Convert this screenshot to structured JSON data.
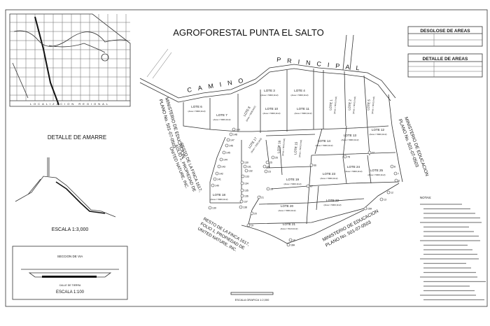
{
  "title": "AGROFORESTAL PUNTA EL SALTO",
  "road_label": [
    "CAMINO",
    "PRINCIPAL"
  ],
  "inset": {
    "label": "LOCALIZACION REGIONAL"
  },
  "tables": {
    "breakdown_title": "DESGLOSE DE AREAS",
    "detail_title": "DETALLE DE AREAS"
  },
  "notes": {
    "title": "NOTAS:"
  },
  "tie_detail": {
    "title": "DETALLE DE AMARRE",
    "scale": "ESCALA 1:3,000"
  },
  "section": {
    "title": "SECCION DE VIA",
    "road_type": "CALLE DE TIERRA",
    "scale": "ESCALA 1:100"
  },
  "graphic_scale": "ESCALA GRAFICA 1:2,000",
  "neighbors": {
    "ministry": [
      "MINISTERIO DE EDUCACION",
      "PLANO No. 501-07-0503"
    ],
    "remainder": [
      "RESTO DE LA FINCA 1617,",
      "FOLIO 1, PROPIEDAD DE",
      "UNITED NATURE, INC."
    ]
  },
  "lots": [
    {
      "label": "LOTE 3",
      "area": "(Area = 5000,0m2)"
    },
    {
      "label": "LOTE 4",
      "area": "(Area = 5000,0m2)"
    },
    {
      "label": "LOTE 6",
      "area": "(Area = 5000,0m2)"
    },
    {
      "label": "LOTE 7",
      "area": "(Area = 5000,0m2)"
    },
    {
      "label": "LOTE 8",
      "area": "(Area = 5000,0m2)"
    },
    {
      "label": "LOTE 10",
      "area": "(Area = 5000,0m2)"
    },
    {
      "label": "LOTE 11",
      "area": "(Area = 5000,0m2)"
    },
    {
      "label": "LOTE 1",
      "area": "(Area = 5000,0m2)"
    },
    {
      "label": "LOTE 2",
      "area": "(Area = 5000,0m2)"
    },
    {
      "label": "LOTE 5",
      "area": "(Area = 5000,0m2)"
    },
    {
      "label": "LOTE 12",
      "area": "(Area = 5000,0m2)"
    },
    {
      "label": "LOTE 13",
      "area": "(Area = 5000,0m2)"
    },
    {
      "label": "LOTE 14",
      "area": "(Area = 5000,0m2)"
    },
    {
      "label": "LOTE 15",
      "area": "(Area = 5000,0m2)"
    },
    {
      "label": "LOTE 16",
      "area": "(Area = 5000,0m2)"
    },
    {
      "label": "LOTE 17",
      "area": "(Area = 5000,0m2)"
    },
    {
      "label": "LOTE 18",
      "area": "(Area = 5000,0m2)"
    },
    {
      "label": "LOTE 19",
      "area": "(Area = 5000,0m2)"
    },
    {
      "label": "LOTE 20",
      "area": "(Area = 5000,0m2)"
    },
    {
      "label": "LOTE 21",
      "area": "(Area = 5113,0m2)"
    },
    {
      "label": "LOTE 22",
      "area": "(Area = 5000,0m2)"
    },
    {
      "label": "LOTE 23",
      "area": "(Area = 5000,0m2)"
    },
    {
      "label": "LOTE 24",
      "area": "(Area = 5000,0m2)"
    },
    {
      "label": "LOTE 25",
      "area": "(Area = 5000,0m2)"
    }
  ],
  "survey_points": [
    "139",
    "140",
    "141",
    "142",
    "143",
    "144",
    "145",
    "146",
    "147",
    "148",
    "149",
    "130",
    "131",
    "132",
    "133",
    "134",
    "135",
    "136",
    "137",
    "138",
    "16",
    "18A",
    "19",
    "20",
    "21",
    "22",
    "23",
    "24",
    "25",
    "26",
    "66",
    "67",
    "78",
    "77",
    "8",
    "7",
    "6",
    "12",
    "13",
    "16A"
  ]
}
